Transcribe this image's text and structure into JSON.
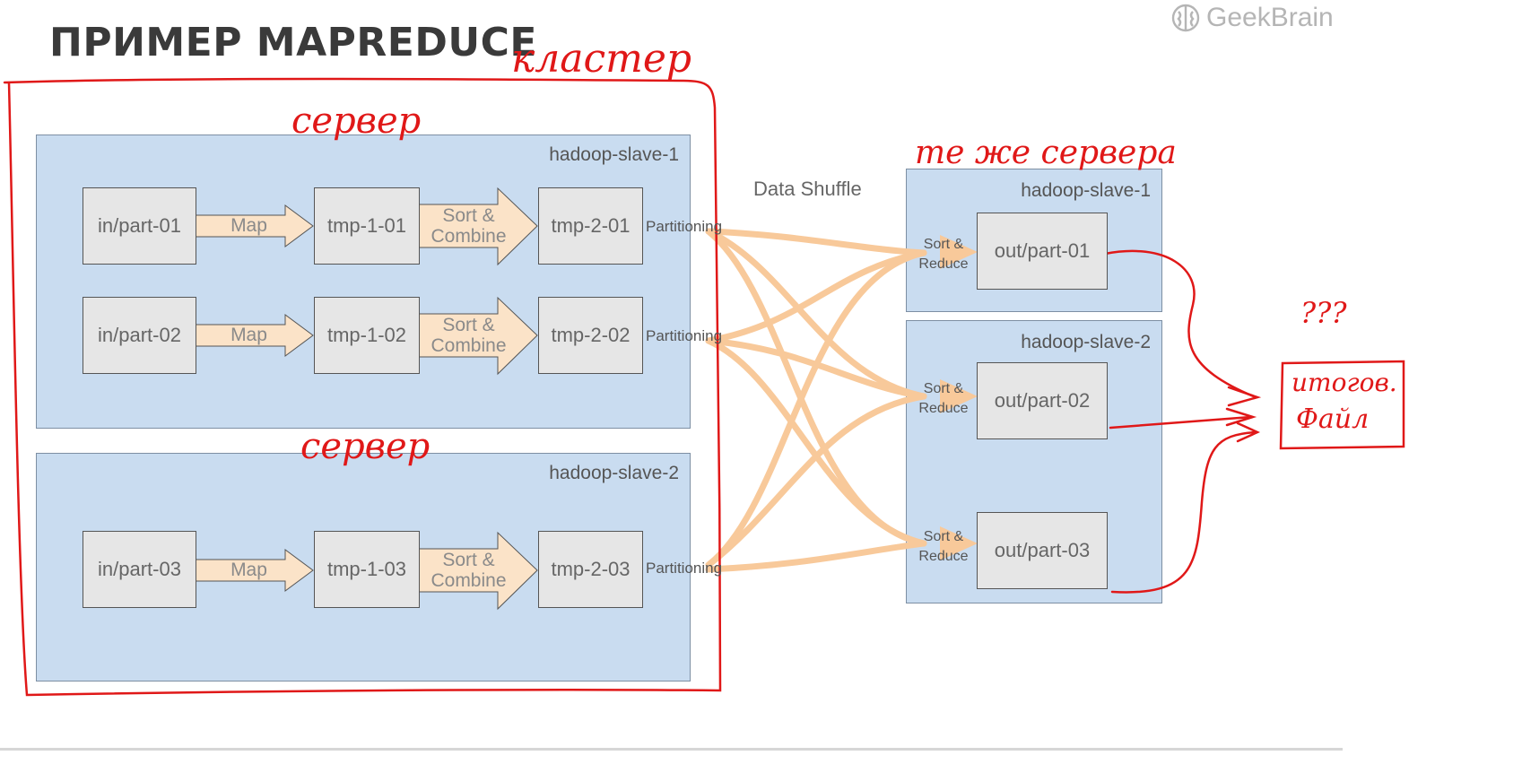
{
  "slide": {
    "title": "ПРИМЕР MAPREDUCE",
    "logo": {
      "text": "GeekBrain",
      "icon": "brain-icon",
      "color": "#b5b5b5"
    }
  },
  "left_servers": [
    {
      "label": "hadoop-slave-1",
      "rows": [
        {
          "input": "in/part-01",
          "map": "Map",
          "tmp1": "tmp-1-01",
          "sort_line1": "Sort &",
          "sort_line2": "Combine",
          "tmp2": "tmp-2-01",
          "partition": "Partitioning"
        },
        {
          "input": "in/part-02",
          "map": "Map",
          "tmp1": "tmp-1-02",
          "sort_line1": "Sort &",
          "sort_line2": "Combine",
          "tmp2": "tmp-2-02",
          "partition": "Partitioning"
        }
      ]
    },
    {
      "label": "hadoop-slave-2",
      "rows": [
        {
          "input": "in/part-03",
          "map": "Map",
          "tmp1": "tmp-1-03",
          "sort_line1": "Sort &",
          "sort_line2": "Combine",
          "tmp2": "tmp-2-03",
          "partition": "Partitioning"
        }
      ]
    }
  ],
  "shuffle_label": "Data Shuffle",
  "right_servers": [
    {
      "label": "hadoop-slave-1",
      "outputs": [
        {
          "reduce_line1": "Sort &",
          "reduce_line2": "Reduce",
          "out": "out/part-01"
        }
      ]
    },
    {
      "label": "hadoop-slave-2",
      "outputs": [
        {
          "reduce_line1": "Sort &",
          "reduce_line2": "Reduce",
          "out": "out/part-02"
        },
        {
          "reduce_line1": "Sort &",
          "reduce_line2": "Reduce",
          "out": "out/part-03"
        }
      ]
    }
  ],
  "annotations": {
    "cluster": "кластер",
    "server_1": "сервер",
    "server_2": "сервер",
    "same_servers": "те же сервера",
    "question": "???",
    "result_line1": "итогов.",
    "result_line2": "Файл"
  },
  "colors": {
    "server_fill": "#c9dcf0",
    "box_fill": "#e6e6e6",
    "arrow_fill": "#fbe3c8",
    "shuffle_curve": "#f8c99a",
    "annotation_red": "#e01818"
  }
}
